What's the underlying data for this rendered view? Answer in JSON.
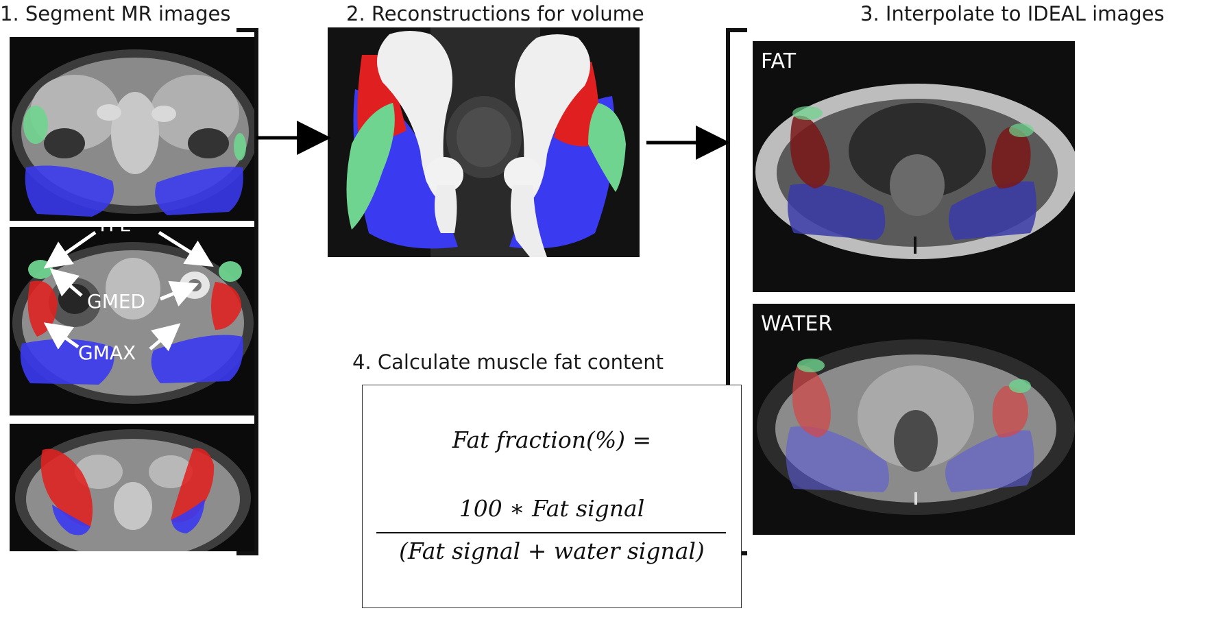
{
  "steps": {
    "step1": "1. Segment MR images",
    "step2": "2. Reconstructions for volume",
    "step3": "3. Interpolate to IDEAL images",
    "step4": "4. Calculate muscle fat content"
  },
  "labels": {
    "tfl": "TFL",
    "gmed": "GMED",
    "gmax": "GMAX",
    "fat": "FAT",
    "water": "WATER"
  },
  "formula": {
    "lhs": "Fat fraction(%) =",
    "numerator": "100  ∗ Fat signal",
    "denominator": "(Fat signal + water signal)"
  },
  "colors": {
    "gmax": "#3a3af0",
    "gmed": "#e02020",
    "tfl": "#6fd48f",
    "bone": "#efefef",
    "arrow": "#000000"
  }
}
